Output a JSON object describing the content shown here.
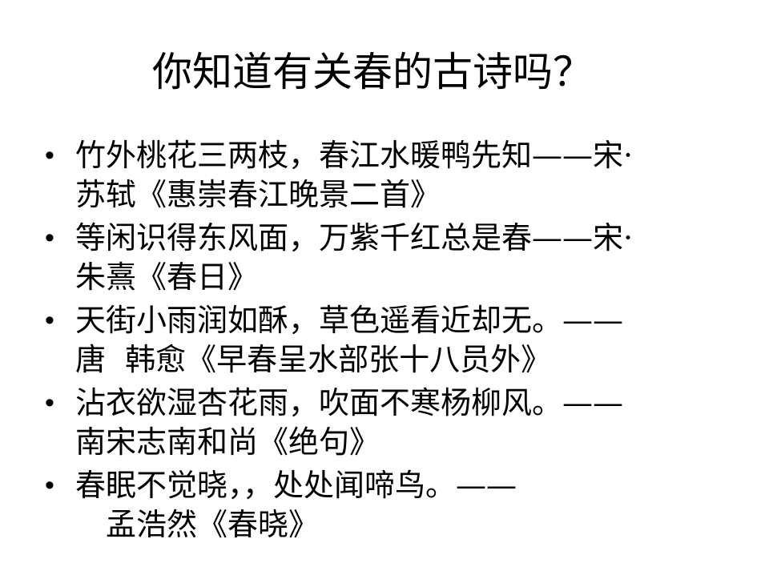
{
  "slide": {
    "title": "你知道有关春的古诗吗？",
    "bullet_symbol": "•",
    "items": [
      {
        "line1": "竹外桃花三两枝，春江水暖鸭先知——宋·",
        "line2": "苏轼《惠崇春江晚景二首》"
      },
      {
        "line1": "等闲识得东风面，万紫千红总是春——宋·",
        "line2": "朱熹《春日》"
      },
      {
        "line1": "天街小雨润如酥，草色遥看近却无。——",
        "line2": "唐  韩愈《早春呈水部张十八员外》"
      },
      {
        "line1": "沾衣欲湿杏花雨，吹面不寒杨柳风。——",
        "line2": "南宋志南和尚《绝句》"
      },
      {
        "line1": "春眠不觉晓，，处处闻啼鸟。——",
        "line2": "孟浩然《春晓》"
      }
    ]
  }
}
